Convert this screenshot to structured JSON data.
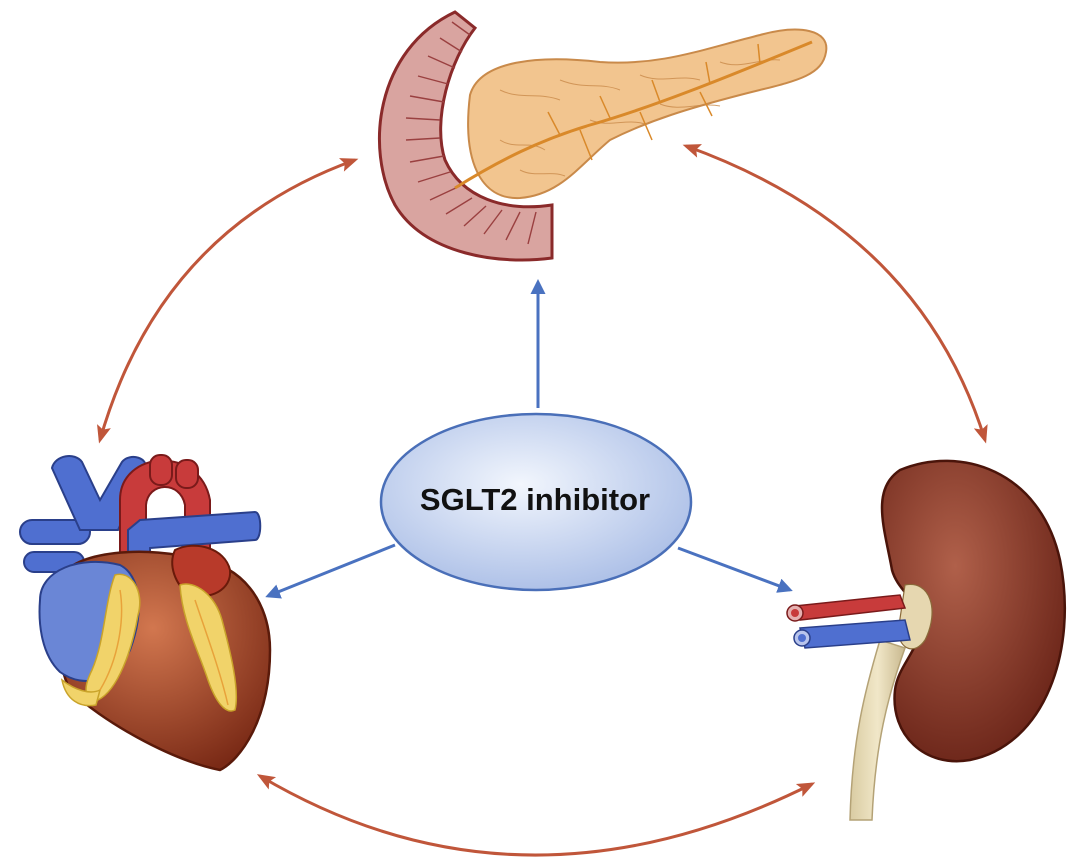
{
  "center": {
    "label": "SGLT2 inhibitor"
  },
  "organs": [
    {
      "id": "pancreas",
      "icon": "pancreas-icon"
    },
    {
      "id": "heart",
      "icon": "heart-icon"
    },
    {
      "id": "kidney",
      "icon": "kidney-icon"
    }
  ],
  "colors": {
    "ellipse_fill_light": "#eaf0fb",
    "ellipse_fill_dark": "#a9bde6",
    "ellipse_stroke": "#4a6fb8",
    "blue_arrow": "#4a72c0",
    "orange_arrow": "#c0563a"
  }
}
